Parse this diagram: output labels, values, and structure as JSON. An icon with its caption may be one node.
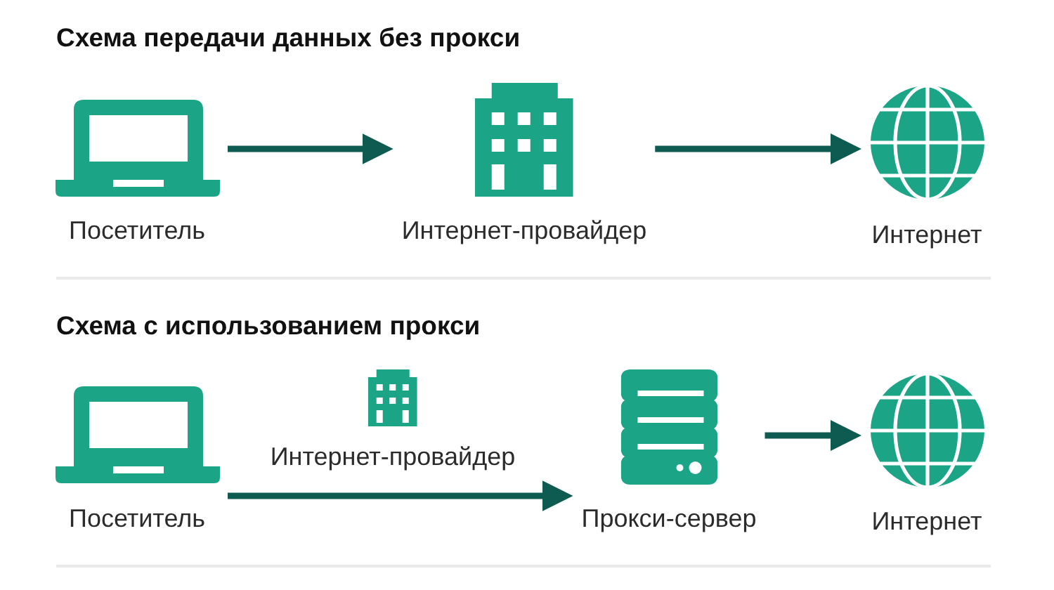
{
  "diagram": {
    "nodes": [
      {
        "text": [
          "Посетитель"
        ]
      },
      {
        "text": [
          "Интернет-провайдер"
        ]
      },
      {
        "text": [
          "Интернет"
        ]
      },
      {
        "text": [
          "Посетитель"
        ]
      },
      {
        "text": [
          "Интернет-провайдер"
        ]
      },
      {
        "text": [
          "Прокси-сервер"
        ]
      },
      {
        "text": [
          "Интернет"
        ]
      }
    ],
    "edges": [
      {
        "from": 0,
        "to": 1,
        "arrow": "to"
      },
      {
        "from": 1,
        "to": 2,
        "arrow": "to"
      },
      {
        "from": 3,
        "to": 5,
        "arrow": "to"
      },
      {
        "from": 5,
        "to": 6,
        "arrow": "to"
      }
    ],
    "labels": [
      "Схема передачи данных без прокси",
      "Схема с использованием прокси"
    ]
  }
}
